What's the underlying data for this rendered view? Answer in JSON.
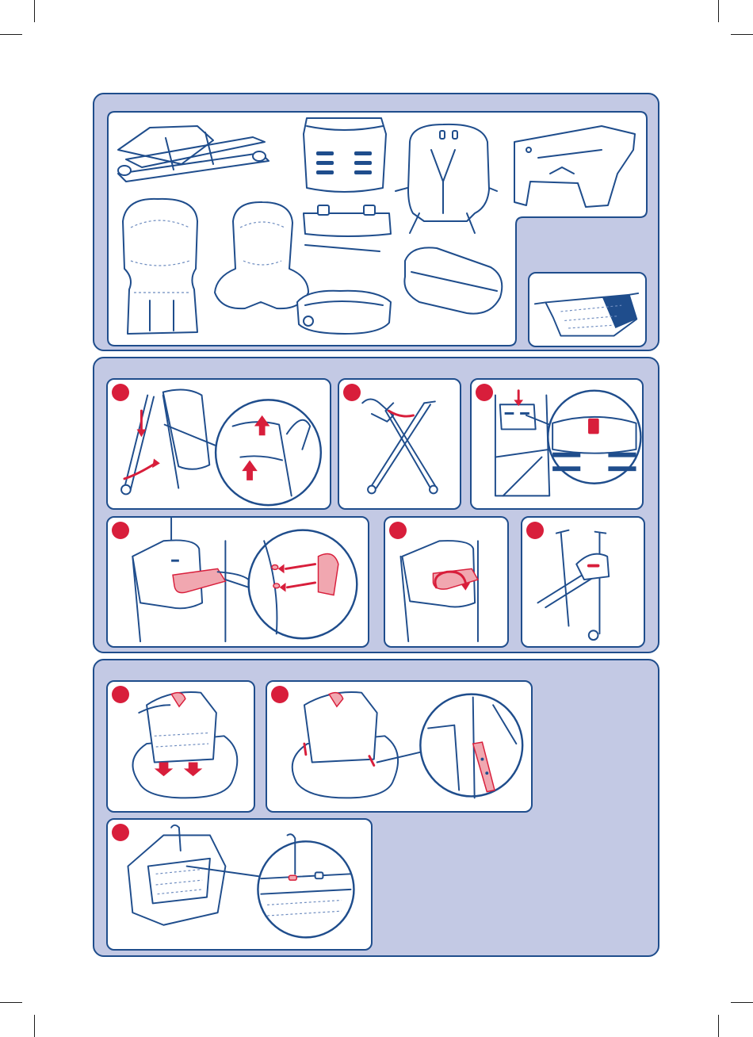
{
  "document": {
    "crop_marks": true,
    "colors": {
      "section_bg": "#c3c9e4",
      "border": "#1f4d8c",
      "step_marker": "#d81e3b",
      "highlight": "#f1a7b0",
      "panel_bg": "#ffffff"
    },
    "sections": [
      {
        "id": "parts-overview",
        "panels": [
          {
            "id": "components",
            "step_marker": false,
            "depicts": [
              "frame-icon",
              "seat-back-icon",
              "seat-shell-icon",
              "seat-base-icon",
              "seat-cover-icon",
              "insert-cushion-icon",
              "footrest-icon",
              "tray-icon",
              "tray-cover-icon",
              "rod-icon"
            ]
          },
          {
            "id": "basket",
            "step_marker": false,
            "depicts": [
              "basket-icon"
            ]
          }
        ]
      },
      {
        "id": "frame-assembly",
        "panels": [
          {
            "id": "step-1",
            "step_marker": true,
            "depicts": [
              "frame-unfold-icon",
              "magnifier-icon",
              "arrow-up-icon"
            ]
          },
          {
            "id": "step-2",
            "step_marker": true,
            "depicts": [
              "frame-open-icon",
              "hand-icon"
            ]
          },
          {
            "id": "step-3",
            "step_marker": true,
            "depicts": [
              "seat-back-insert-icon",
              "magnifier-icon",
              "arrow-down-icon"
            ]
          },
          {
            "id": "step-4",
            "step_marker": true,
            "depicts": [
              "hinge-cover-icon",
              "magnifier-icon",
              "arrow-left-icon"
            ]
          },
          {
            "id": "step-5",
            "step_marker": true,
            "depicts": [
              "hinge-rotate-icon",
              "rotate-arrow-icon"
            ]
          },
          {
            "id": "step-6",
            "step_marker": true,
            "depicts": [
              "frame-complete-icon"
            ]
          }
        ]
      },
      {
        "id": "seat-assembly",
        "panels": [
          {
            "id": "step-7",
            "step_marker": true,
            "depicts": [
              "seat-insert-icon",
              "arrow-down-icon"
            ]
          },
          {
            "id": "step-8",
            "step_marker": true,
            "depicts": [
              "seat-clip-icon",
              "magnifier-icon"
            ]
          },
          {
            "id": "step-9",
            "step_marker": true,
            "depicts": [
              "seat-underside-icon",
              "magnifier-icon"
            ]
          }
        ]
      }
    ]
  }
}
